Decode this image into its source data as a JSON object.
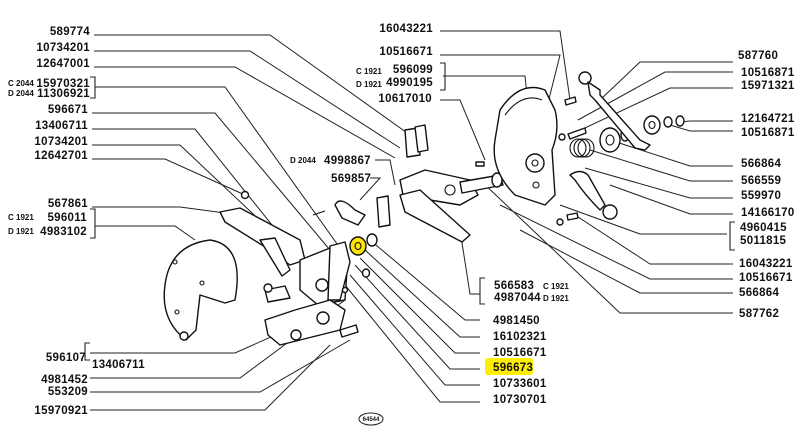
{
  "diagram": {
    "title": "Exploded parts diagram",
    "highlight_color": "#ffee00",
    "highlighted_part": "596673",
    "stamp": "64544",
    "left_labels": [
      {
        "id": "l1",
        "part": "589774"
      },
      {
        "id": "l2",
        "part": "10734201"
      },
      {
        "id": "l3",
        "part": "12647001"
      },
      {
        "id": "l4",
        "part": "15970321",
        "variant": "C 2044"
      },
      {
        "id": "l5",
        "part": "11306921",
        "variant": "D 2044"
      },
      {
        "id": "l6",
        "part": "596671"
      },
      {
        "id": "l7",
        "part": "13406711"
      },
      {
        "id": "l8",
        "part": "10734201"
      },
      {
        "id": "l9",
        "part": "12642701"
      },
      {
        "id": "l10",
        "part": "567861"
      },
      {
        "id": "l11",
        "part": "596011",
        "variant": "C 1921"
      },
      {
        "id": "l12",
        "part": "4983102",
        "variant": "D 1921"
      },
      {
        "id": "l13",
        "part": "596107"
      },
      {
        "id": "l14",
        "part": "13406711"
      },
      {
        "id": "l15",
        "part": "4981452"
      },
      {
        "id": "l16",
        "part": "553209"
      },
      {
        "id": "l17",
        "part": "15970921"
      }
    ],
    "center_labels": [
      {
        "id": "c1",
        "part": "16043221"
      },
      {
        "id": "c2",
        "part": "10516671"
      },
      {
        "id": "c3",
        "part": "596099",
        "variant": "C 1921"
      },
      {
        "id": "c4",
        "part": "4990195",
        "variant": "D 1921"
      },
      {
        "id": "c5",
        "part": "10617010"
      },
      {
        "id": "c6",
        "part": "4998867",
        "variant": "D 2044"
      },
      {
        "id": "c7",
        "part": "569857"
      }
    ],
    "bottom_labels": [
      {
        "id": "b1",
        "part": "566583",
        "variant": "C 1921"
      },
      {
        "id": "b2",
        "part": "4987044",
        "variant": "D 1921"
      },
      {
        "id": "b3",
        "part": "4981450"
      },
      {
        "id": "b4",
        "part": "16102321"
      },
      {
        "id": "b5",
        "part": "10516671"
      },
      {
        "id": "b6",
        "part": "596673"
      },
      {
        "id": "b7",
        "part": "10733601"
      },
      {
        "id": "b8",
        "part": "10730701"
      }
    ],
    "right_labels": [
      {
        "id": "r1",
        "part": "587760"
      },
      {
        "id": "r2",
        "part": "10516871"
      },
      {
        "id": "r3",
        "part": "15971321"
      },
      {
        "id": "r4",
        "part": "12164721"
      },
      {
        "id": "r5",
        "part": "10516871"
      },
      {
        "id": "r6",
        "part": "566864"
      },
      {
        "id": "r7",
        "part": "566559"
      },
      {
        "id": "r8",
        "part": "559970"
      },
      {
        "id": "r9",
        "part": "14166170"
      },
      {
        "id": "r10",
        "part": "4960415"
      },
      {
        "id": "r11",
        "part": "5011815"
      },
      {
        "id": "r12",
        "part": "16043221"
      },
      {
        "id": "r13",
        "part": "10516671"
      },
      {
        "id": "r14",
        "part": "566864"
      },
      {
        "id": "r15",
        "part": "587762"
      }
    ]
  }
}
